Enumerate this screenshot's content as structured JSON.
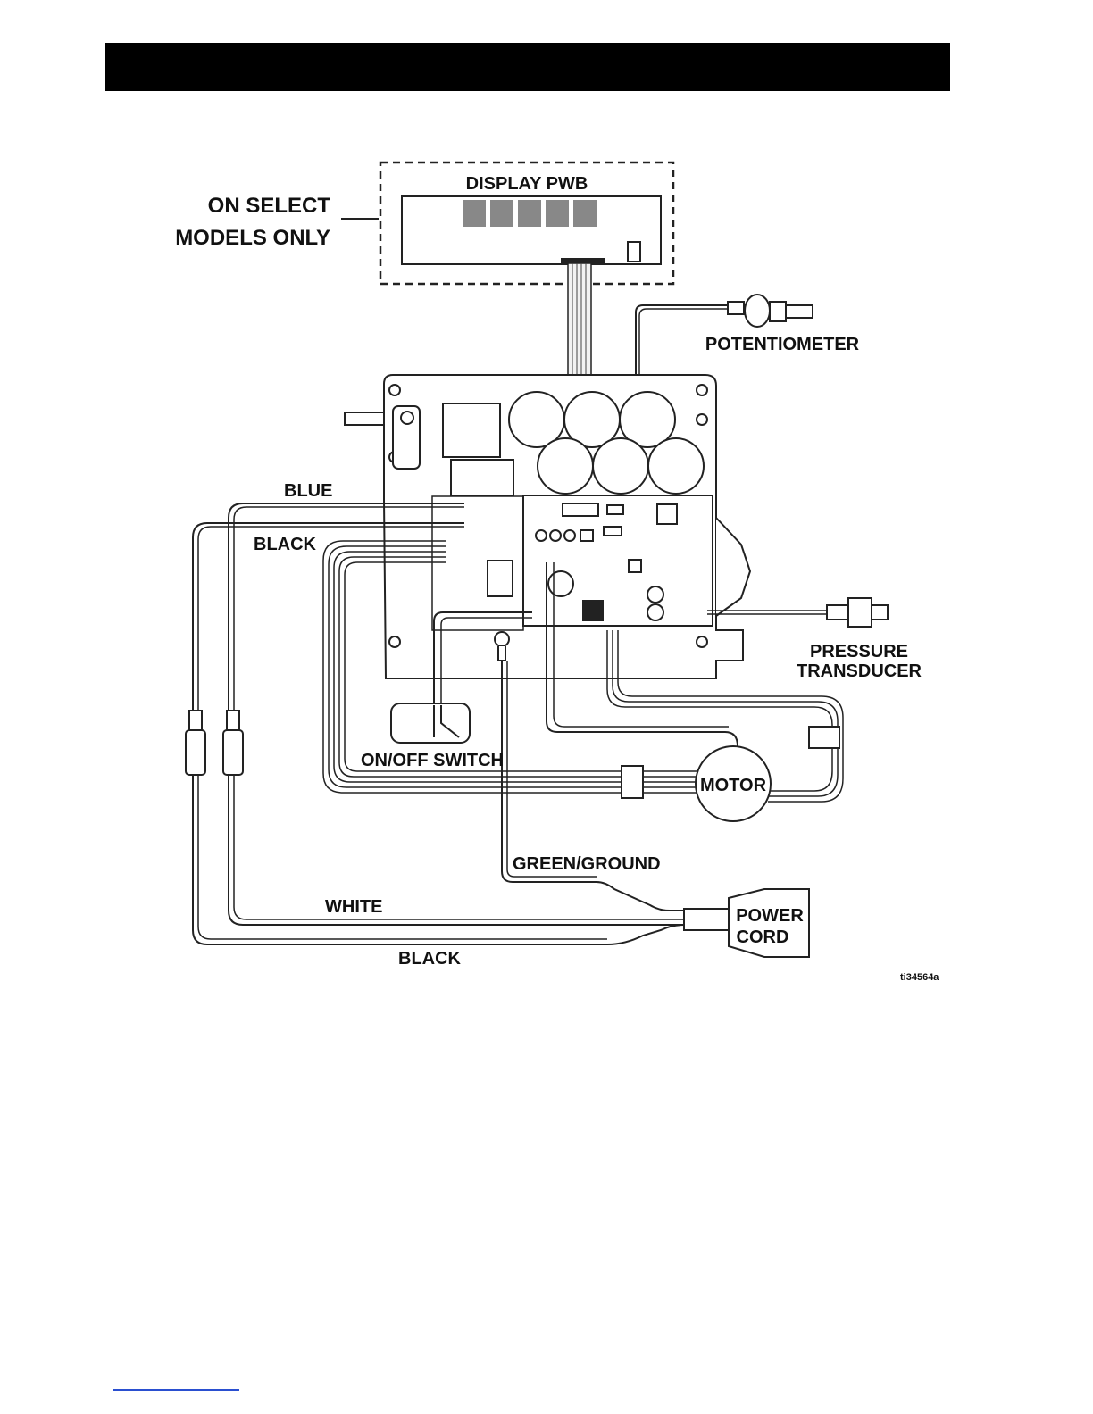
{
  "header": {
    "text": ""
  },
  "labels": {
    "on_select": "ON SELECT",
    "models_only": "MODELS ONLY",
    "display_pwb": "DISPLAY PWB",
    "potentiometer": "POTENTIOMETER",
    "blue": "BLUE",
    "black_top": "BLACK",
    "pressure": "PRESSURE",
    "transducer": "TRANSDUCER",
    "on_off_switch": "ON/OFF SWITCH",
    "motor": "MOTOR",
    "green_ground": "GREEN/GROUND",
    "white": "WHITE",
    "power": "POWER",
    "cord": "CORD",
    "black_bottom": "BLACK",
    "figure_id": "ti34564a"
  },
  "colors": {
    "header_bar": "#000000",
    "line": "#222222",
    "link": "#2a4fd0"
  }
}
